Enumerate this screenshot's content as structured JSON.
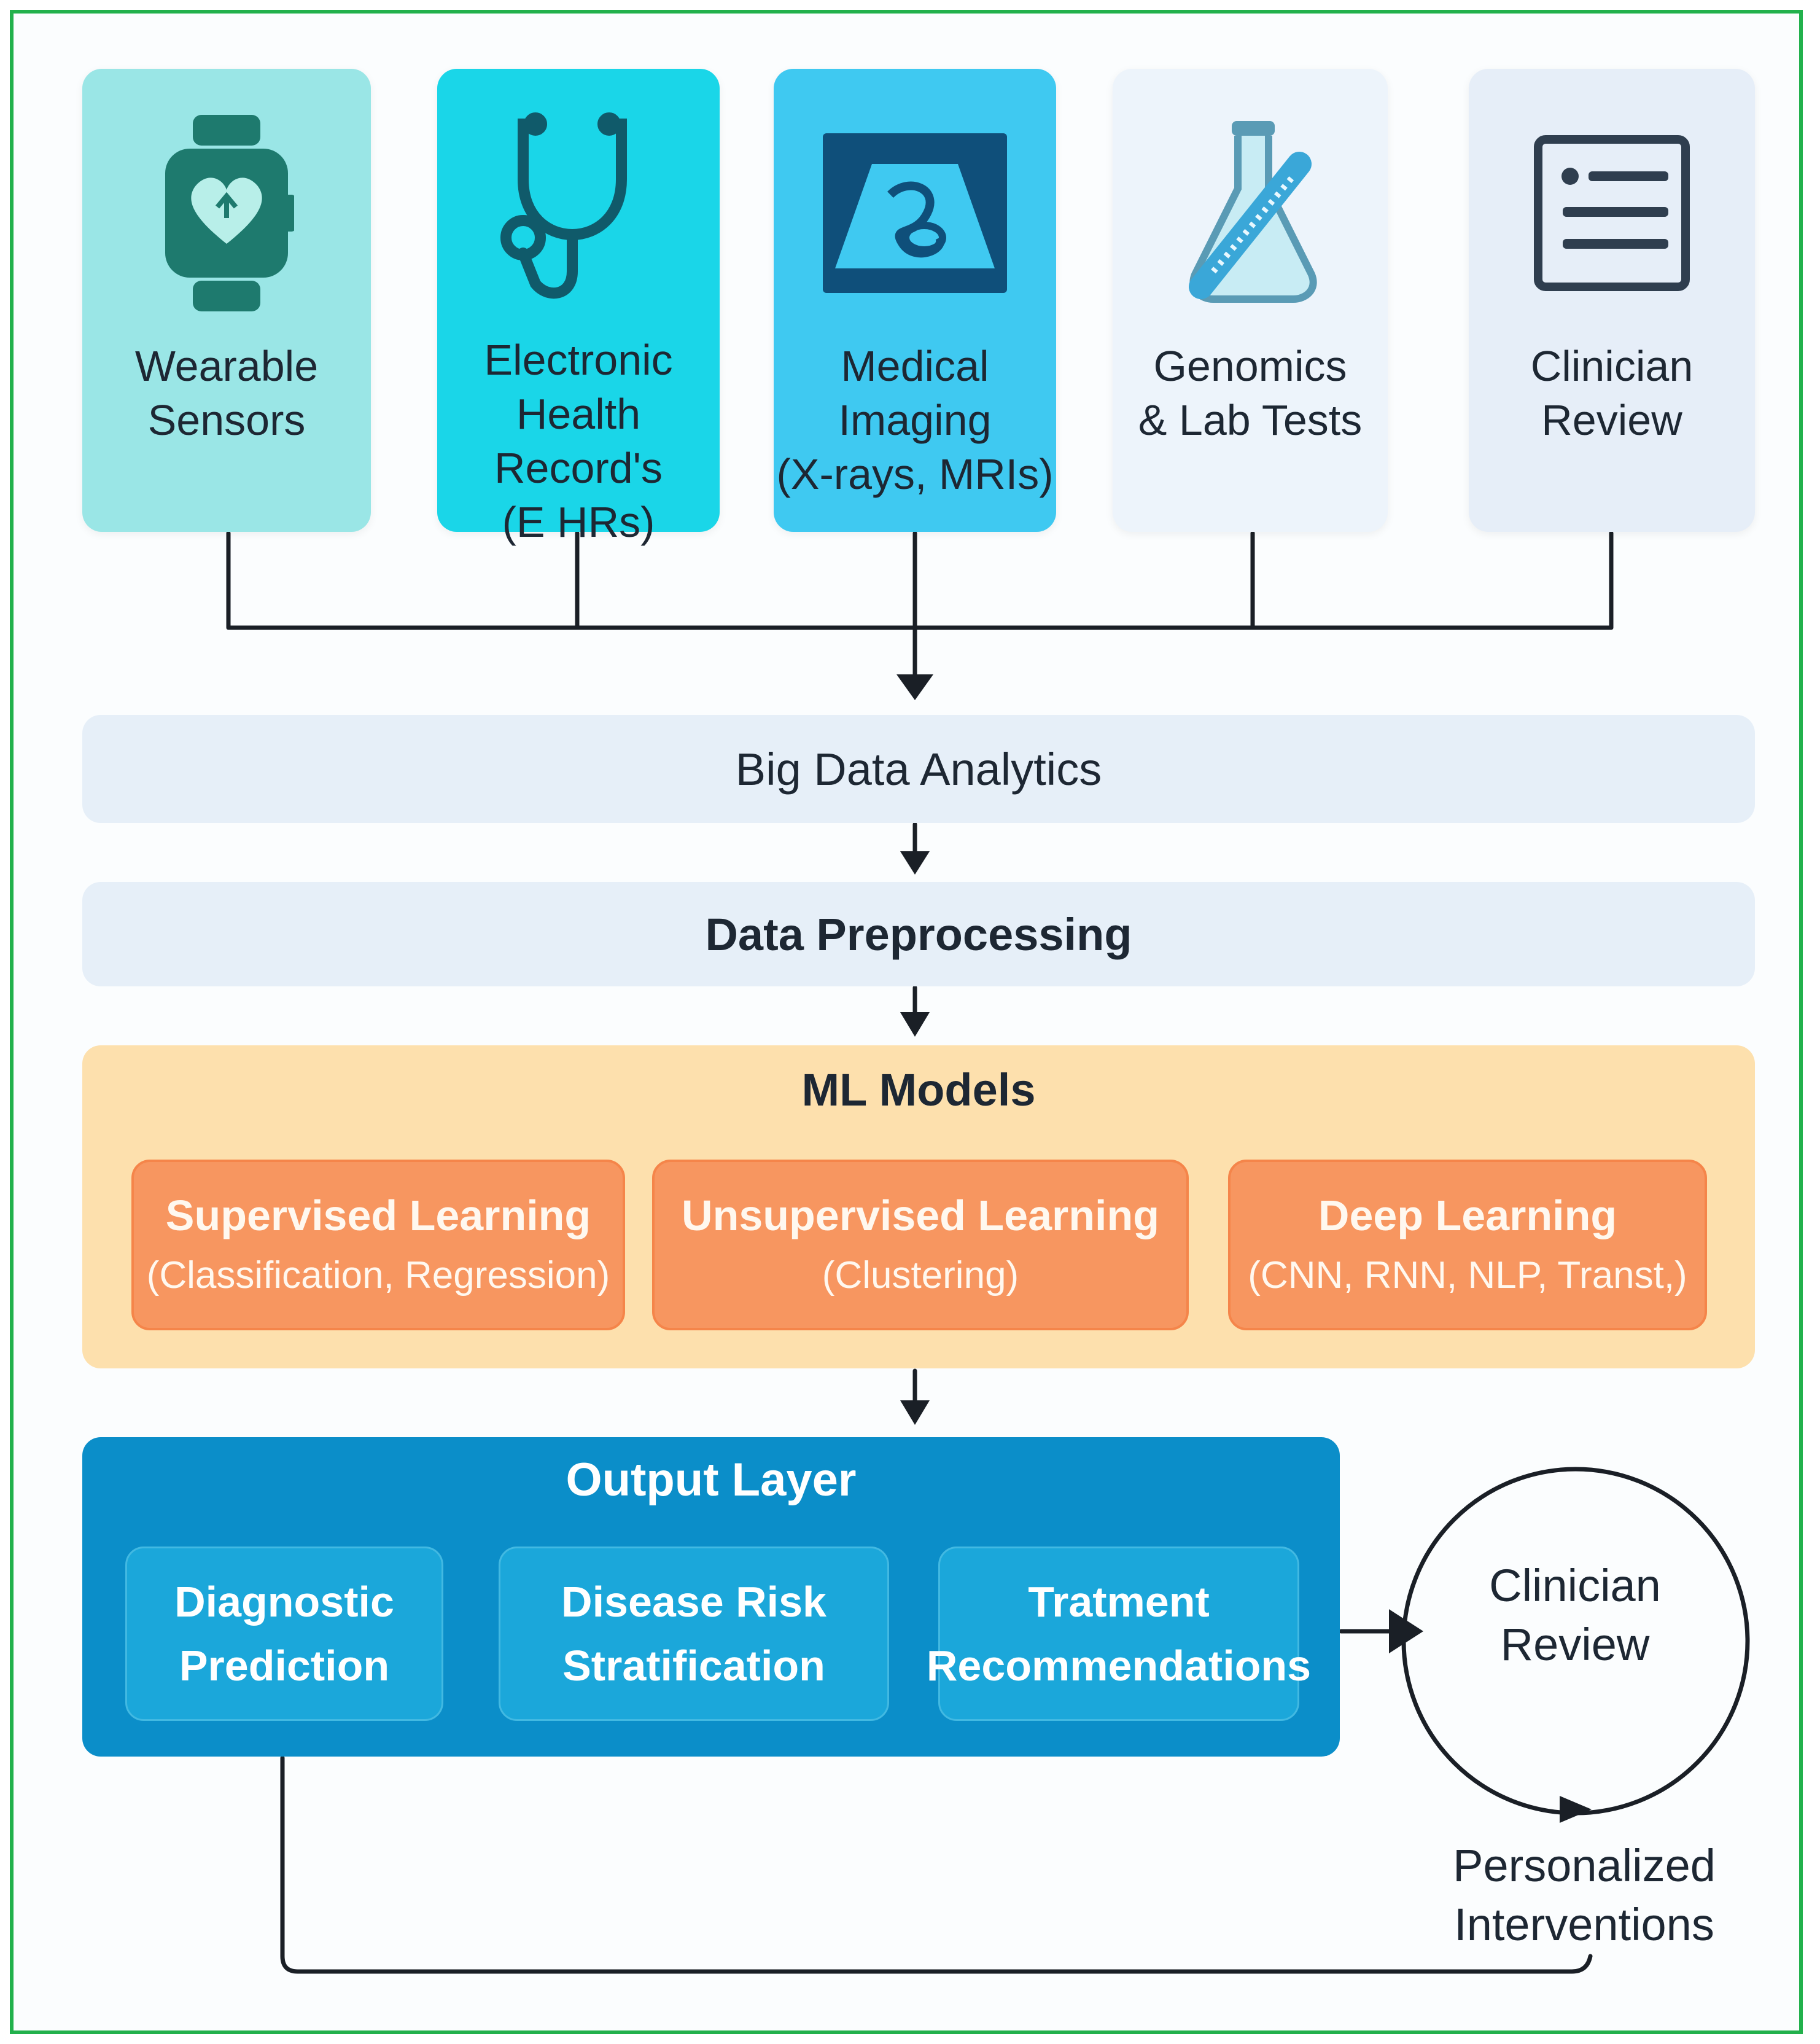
{
  "sources": [
    {
      "label": "Wearable\nSensors",
      "icon": "smartwatch-icon",
      "color": "#9ae6e6"
    },
    {
      "label": "Electronic\nHealth Record's\n(E HRs)",
      "icon": "stethoscope-icon",
      "color": "#1ad6e8"
    },
    {
      "label": "Medical\nImaging\n(X-rays, MRIs)",
      "icon": "ultrasound-scan-icon",
      "color": "#3fc9f1"
    },
    {
      "label": "Genomics\n& Lab Tests",
      "icon": "flask-dna-icon",
      "color": "#edf4fb"
    },
    {
      "label": "Clinician\nReview",
      "icon": "document-list-icon",
      "color": "#e6eef8"
    }
  ],
  "big_data": "Big Data Analytics",
  "preprocessing": "Data Preprocessing",
  "ml": {
    "title": "ML Models",
    "boxes": [
      {
        "title": "Supervised Learning",
        "sub": "(Classification, Regression)"
      },
      {
        "title": "Unsupervised Learning",
        "sub": "(Clustering)"
      },
      {
        "title": "Deep Learning",
        "sub": "(CNN, RNN, NLP, Transt,)"
      }
    ]
  },
  "output": {
    "title": "Output Layer",
    "boxes": [
      {
        "label": "Diagnostic\nPrediction"
      },
      {
        "label": "Disease Risk\nStratification"
      },
      {
        "label": "Tratment\nRecommendations"
      }
    ]
  },
  "clinician_review": "Clinician\nReview",
  "personalized": "Personalized\nInterventions",
  "colors": {
    "frame": "#22b14c",
    "arrow": "#1a1f26",
    "ml_panel": "#fde0ad",
    "ml_box": "#f79660",
    "output_panel": "#0b8ec9",
    "output_box": "#1ba7da"
  }
}
